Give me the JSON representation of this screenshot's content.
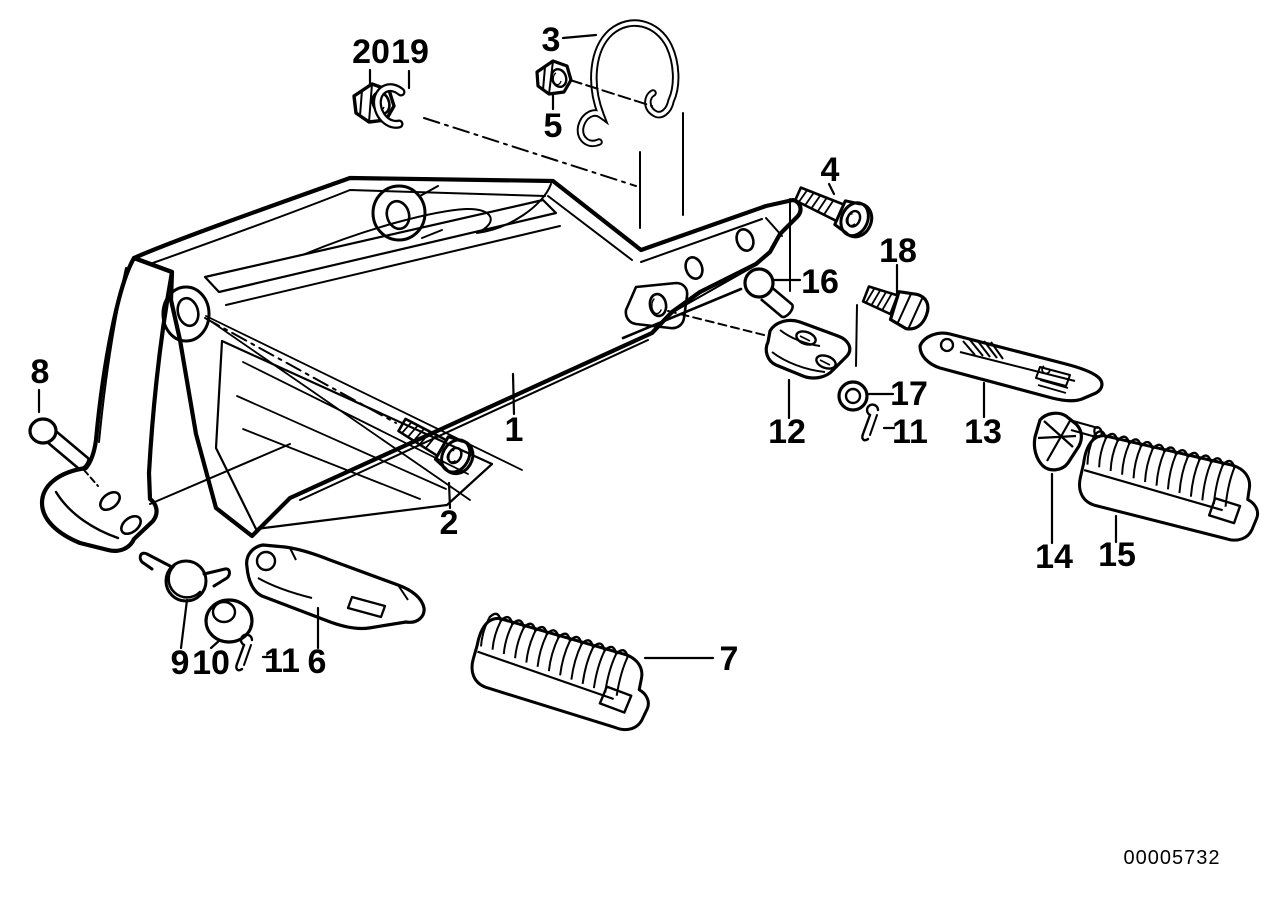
{
  "diagram": {
    "doc_number": "00005732",
    "background_color": "#ffffff",
    "line_color": "#000000",
    "type": "exploded-parts-line-drawing"
  },
  "callouts": [
    {
      "label": "1",
      "depicts": "footrest-mounting-plate"
    },
    {
      "label": "2",
      "depicts": "socket-head-bolt"
    },
    {
      "label": "3",
      "depicts": "wire-retaining-clip"
    },
    {
      "label": "4",
      "depicts": "socket-head-bolt"
    },
    {
      "label": "5",
      "depicts": "hex-nut"
    },
    {
      "label": "6",
      "depicts": "front-footpeg-holder"
    },
    {
      "label": "7",
      "depicts": "ribbed-rubber-footrest"
    },
    {
      "label": "8",
      "depicts": "clevis-pin"
    },
    {
      "label": "9",
      "depicts": "torsion-spring"
    },
    {
      "label": "10",
      "depicts": "bushing"
    },
    {
      "label": "11",
      "depicts": "cotter-pin"
    },
    {
      "label": "12",
      "depicts": "pivot-bracket"
    },
    {
      "label": "13",
      "depicts": "rear-footpeg-arm"
    },
    {
      "label": "14",
      "depicts": "end-cap-with-pin"
    },
    {
      "label": "15",
      "depicts": "ribbed-rubber-footrest"
    },
    {
      "label": "16",
      "depicts": "ball-head-pin"
    },
    {
      "label": "17",
      "depicts": "washer"
    },
    {
      "label": "11",
      "depicts": "cotter-pin"
    },
    {
      "label": "18",
      "depicts": "shoulder-bolt"
    },
    {
      "label": "19",
      "depicts": "spring-washer"
    },
    {
      "label": "20",
      "depicts": "flange-nut"
    }
  ]
}
